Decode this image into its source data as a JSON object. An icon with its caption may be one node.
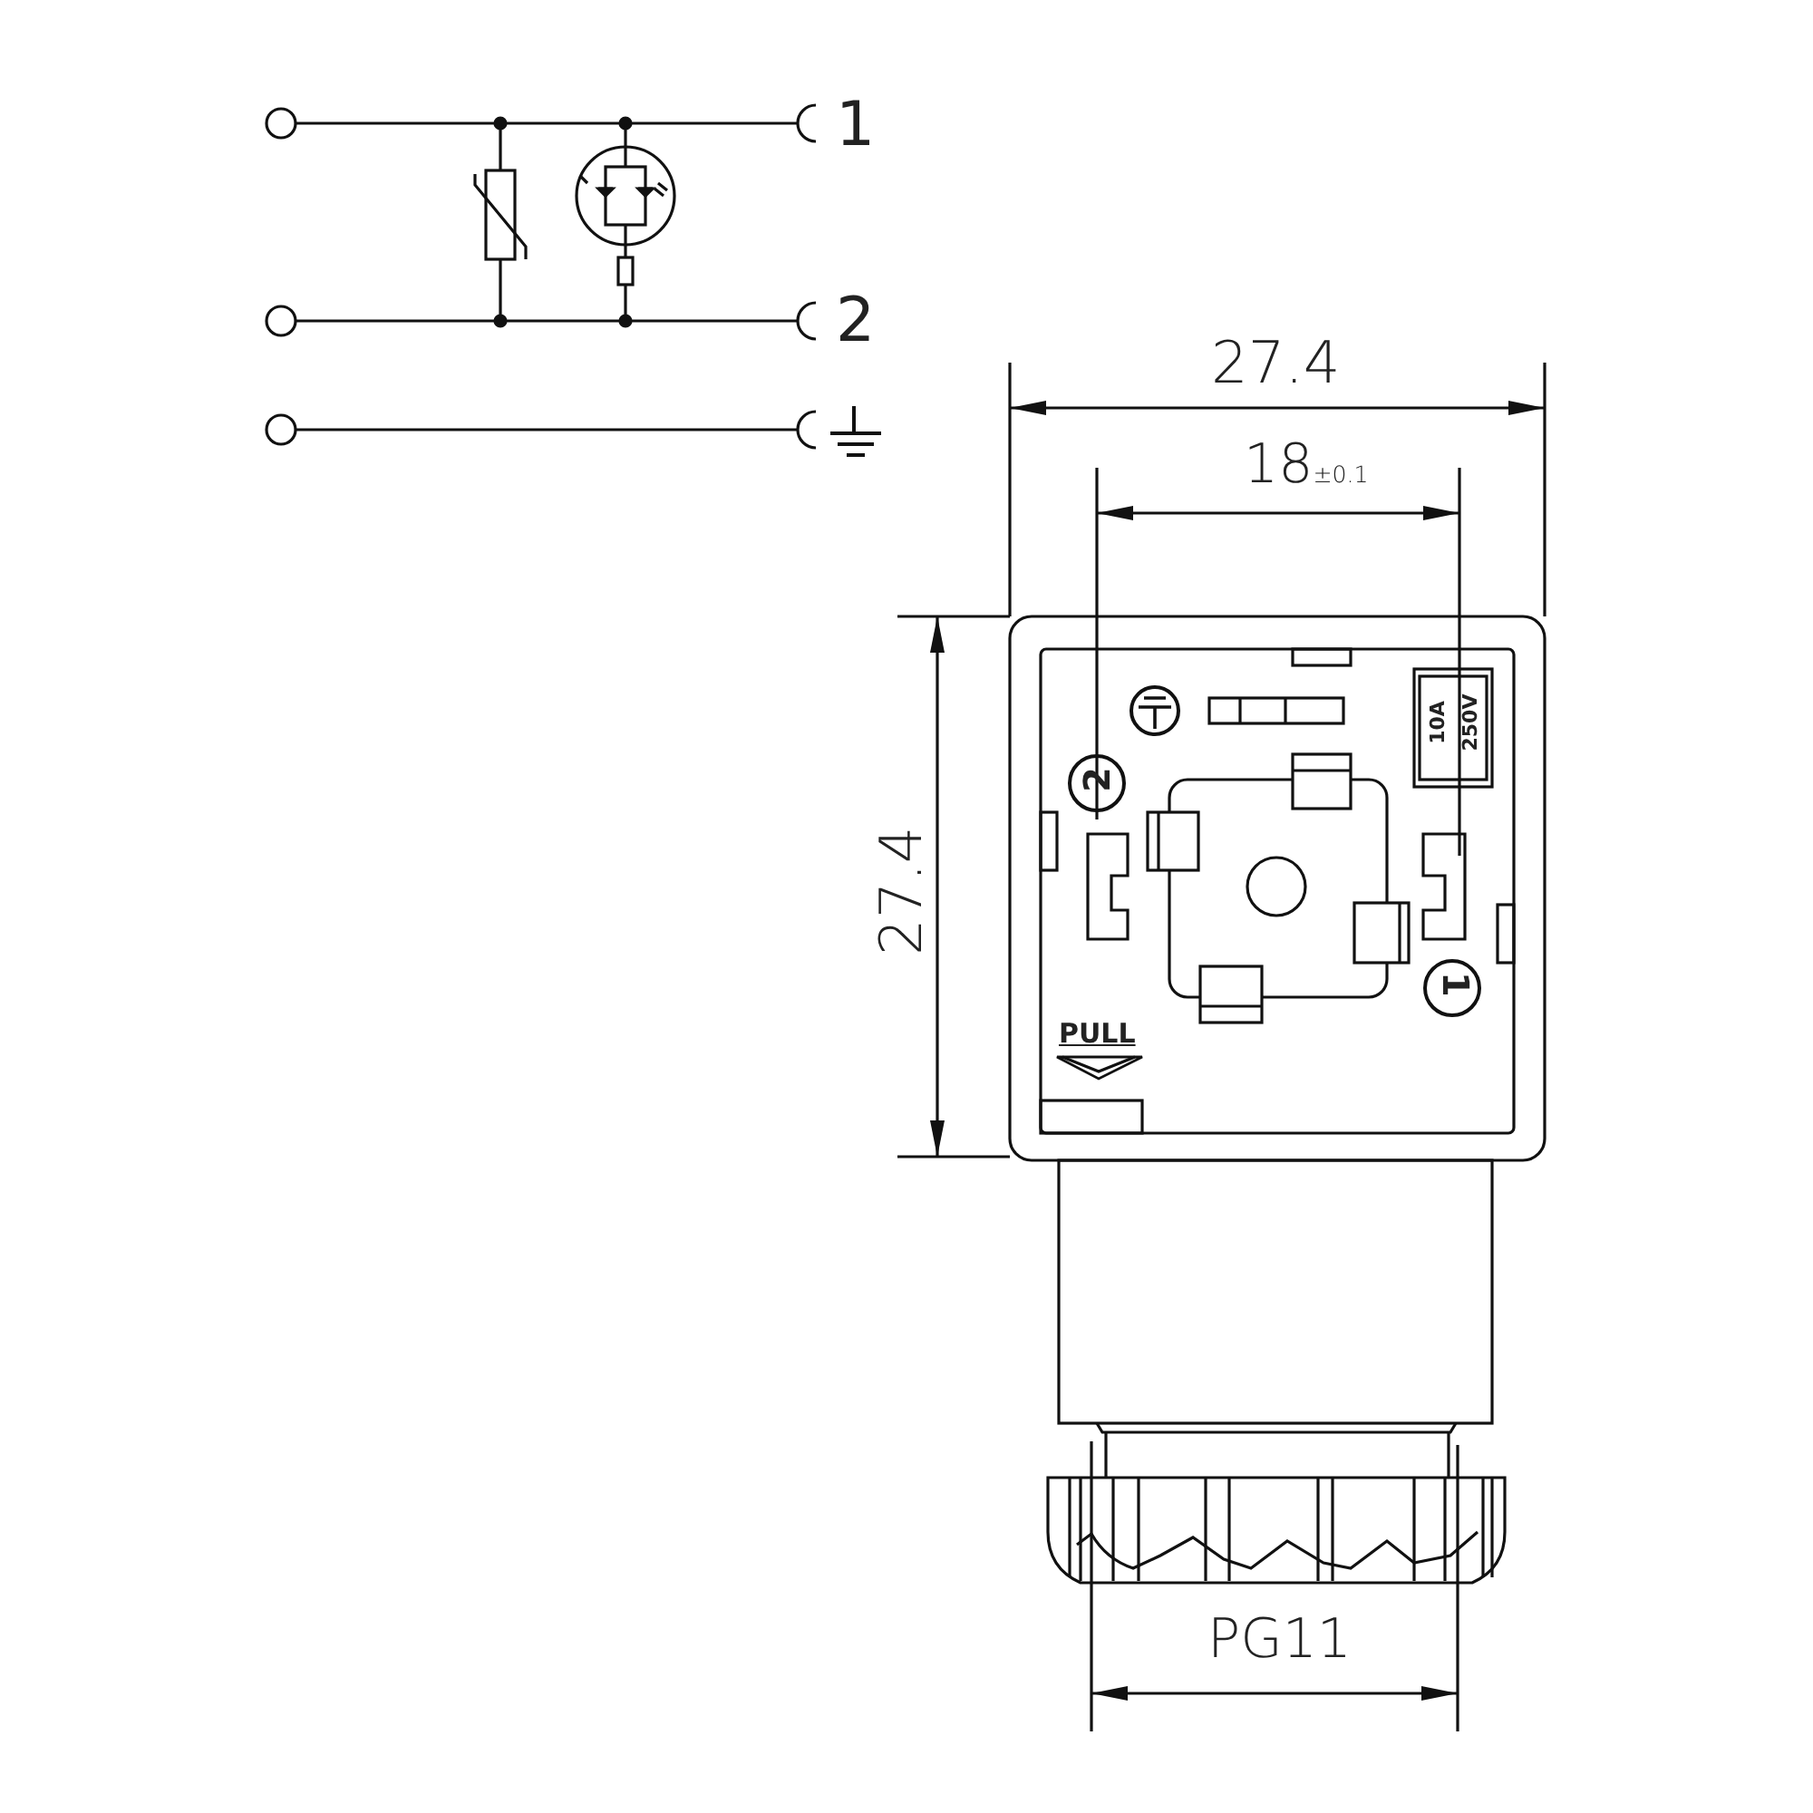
{
  "diagram": {
    "labels": [
      "1",
      "2",
      "27.4",
      "18$_{±0.1}$",
      "27.4",
      "10A",
      "250V",
      "2",
      "1",
      "PULL",
      "PG11"
    ]
  }
}
